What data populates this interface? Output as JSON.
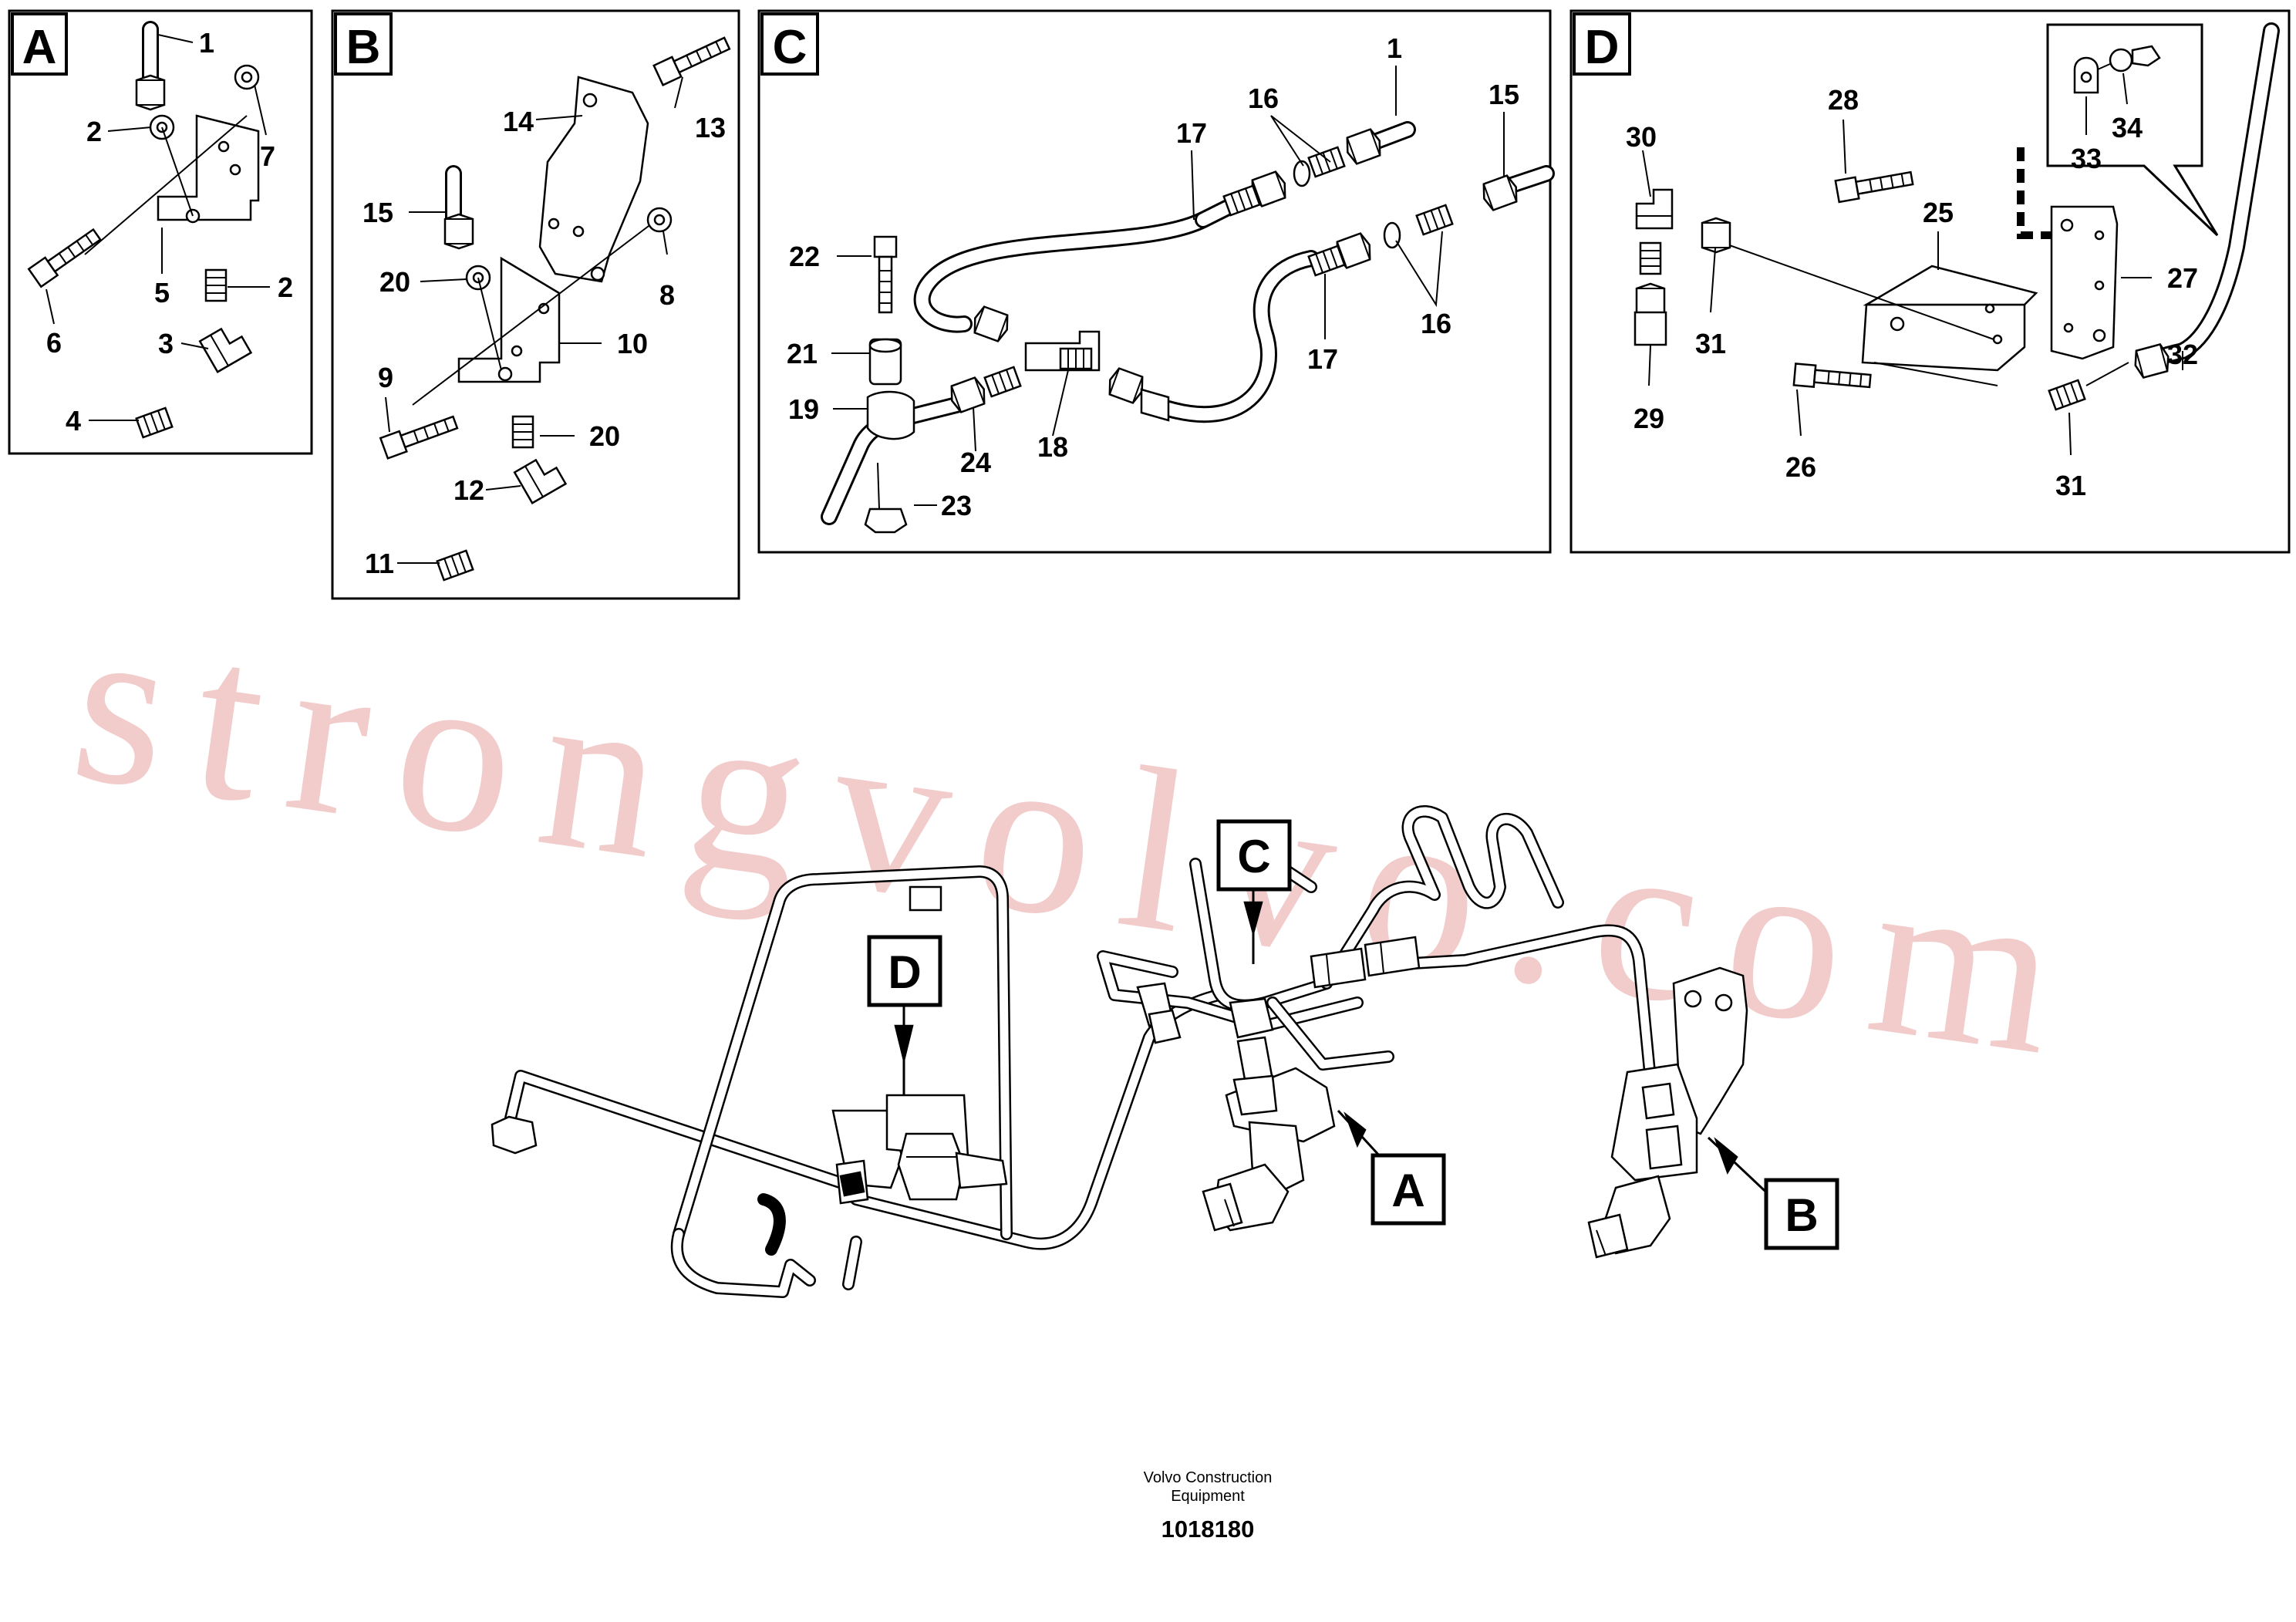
{
  "panels": [
    {
      "letter": "A",
      "labels": [
        "1",
        "2",
        "7",
        "5",
        "6",
        "2",
        "3",
        "4"
      ]
    },
    {
      "letter": "B",
      "labels": [
        "13",
        "14",
        "15",
        "8",
        "20",
        "10",
        "9",
        "20",
        "12",
        "11"
      ]
    },
    {
      "letter": "C",
      "labels": [
        "1",
        "15",
        "16",
        "17",
        "22",
        "21",
        "19",
        "24",
        "18",
        "23",
        "16",
        "17"
      ]
    },
    {
      "letter": "D",
      "labels": [
        "28",
        "30",
        "33",
        "34",
        "25",
        "27",
        "31",
        "29",
        "26",
        "32",
        "31"
      ]
    }
  ],
  "callouts": [
    "C",
    "D",
    "A",
    "B"
  ],
  "watermark": "strongvolvo.com",
  "credit": {
    "line1": "Volvo Construction",
    "line2": "Equipment"
  },
  "doc_number": "1018180"
}
